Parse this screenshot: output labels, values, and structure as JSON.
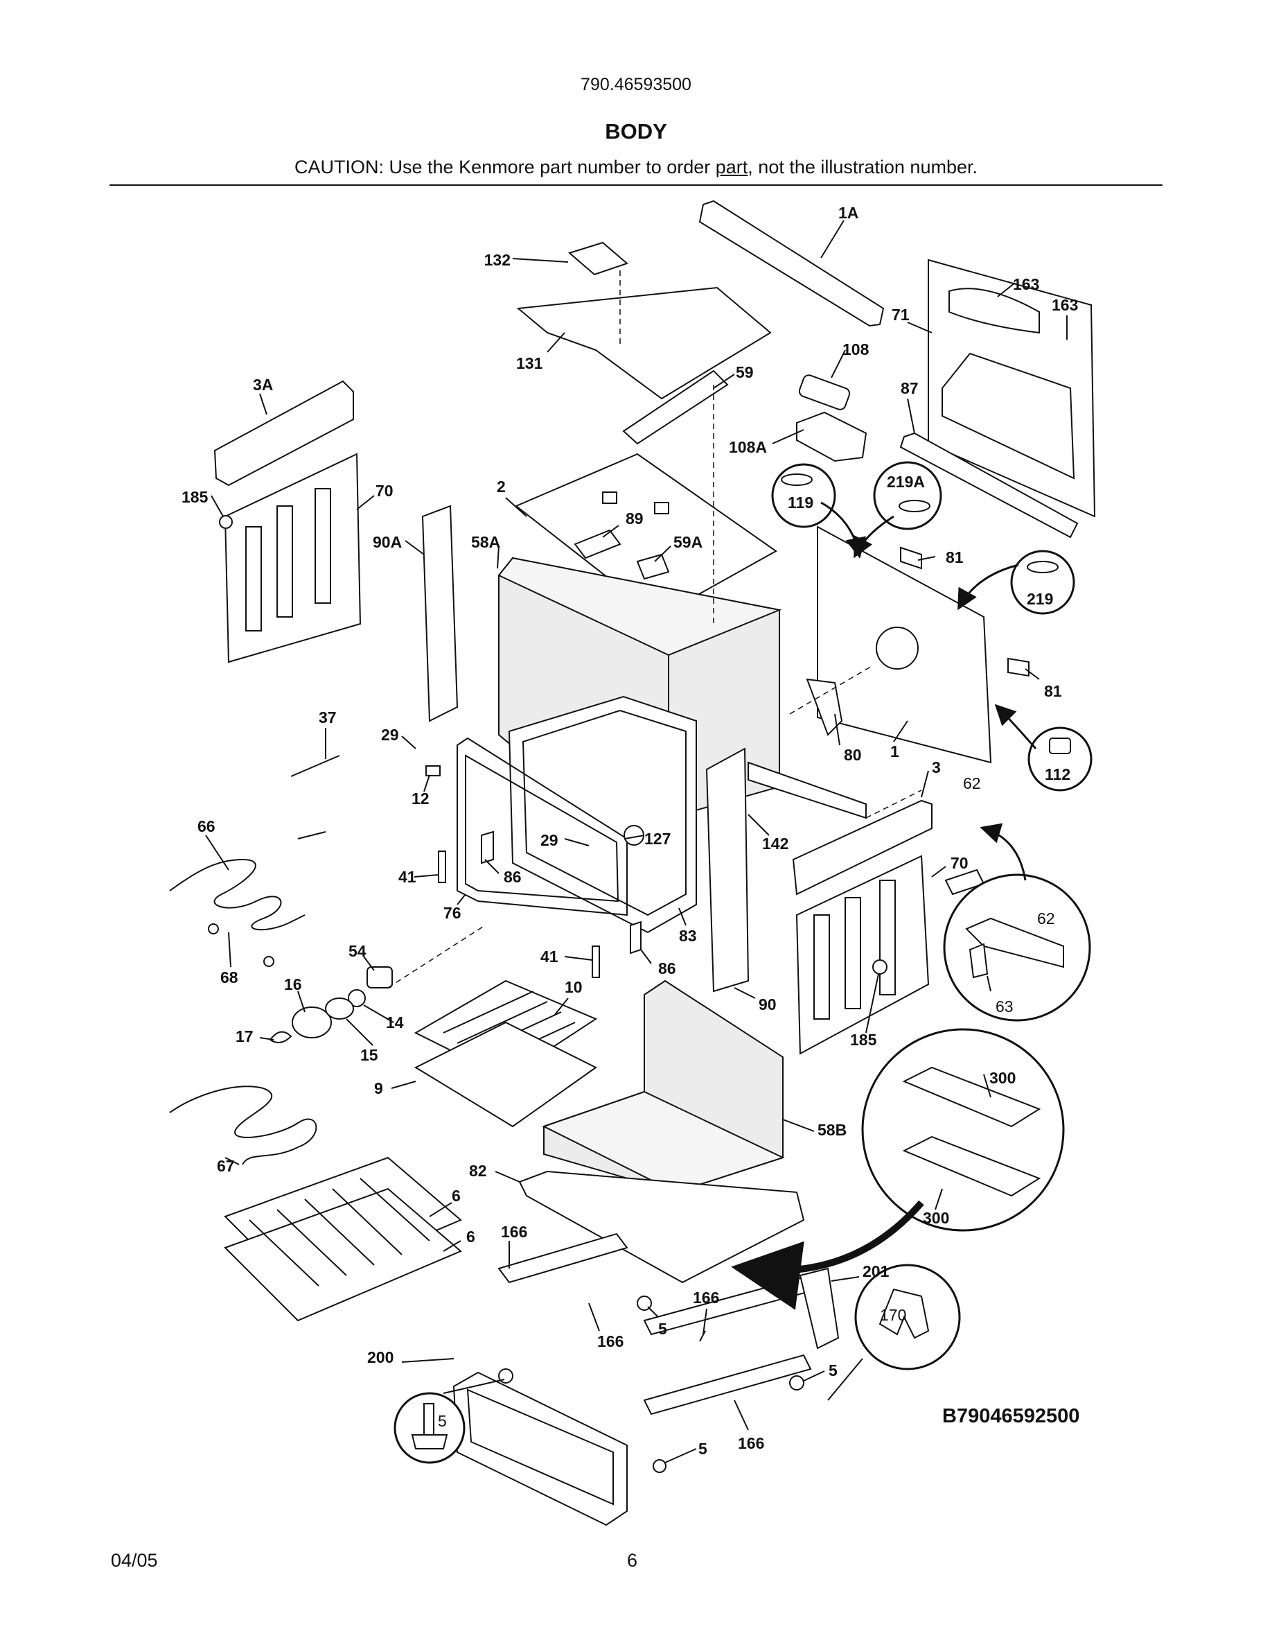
{
  "header": {
    "model_number": "790.46593500",
    "section_title": "BODY",
    "caution_prefix": "CAUTION: Use the Kenmore part number to order ",
    "caution_link": "part",
    "caution_suffix": ", not the illustration number."
  },
  "diagram": {
    "drawing_code": "B79046592500",
    "callouts": {
      "c1A": "1A",
      "c132": "132",
      "c163a": "163",
      "c163b": "163",
      "c71": "71",
      "c131": "131",
      "c108": "108",
      "c59": "59",
      "c3A": "3A",
      "c87": "87",
      "c108A": "108A",
      "c119": "119",
      "c219A": "219A",
      "c2": "2",
      "c185a": "185",
      "c70a": "70",
      "c89": "89",
      "c90A": "90A",
      "c58A": "58A",
      "c59A": "59A",
      "c81a": "81",
      "c219": "219",
      "c81b": "81",
      "c37": "37",
      "c29a": "29",
      "c80": "80",
      "c1": "1",
      "c112": "112",
      "c12": "12",
      "c3": "3",
      "c62a": "62",
      "c66": "66",
      "c29b": "29",
      "c127": "127",
      "c142": "142",
      "c41a": "41",
      "c86a": "86",
      "c70b": "70",
      "c76": "76",
      "c62b": "62",
      "c83": "83",
      "c54": "54",
      "c41b": "41",
      "c86b": "86",
      "c68": "68",
      "c16": "16",
      "c10": "10",
      "c90": "90",
      "c63": "63",
      "c14": "14",
      "c17": "17",
      "c185b": "185",
      "c15": "15",
      "c300a": "300",
      "c9": "9",
      "c58B": "58B",
      "c67": "67",
      "c82": "82",
      "c300b": "300",
      "c6a": "6",
      "c6b": "6",
      "c166a": "166",
      "c201": "201",
      "c166b": "166",
      "c5a": "5",
      "c170": "170",
      "c166c": "166",
      "c200": "200",
      "c5b": "5",
      "c5c": "5",
      "c5d": "5",
      "c166d": "166"
    }
  },
  "footer": {
    "date": "04/05",
    "page_number": "6"
  }
}
